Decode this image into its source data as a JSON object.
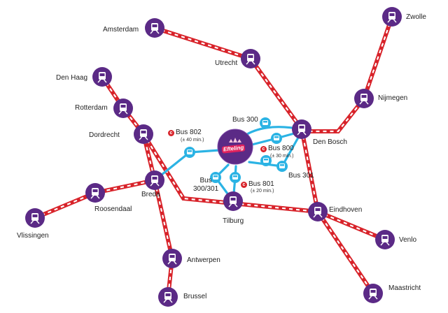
{
  "colors": {
    "rail": "#d8232a",
    "bus": "#2bb3e4",
    "station": "#5b2a86",
    "hub": "#5b2a86",
    "logo_red": "#d8232a"
  },
  "hub": {
    "name": "Efteling",
    "icon": "efteling-logo"
  },
  "stations": [
    {
      "id": "zwolle",
      "label": "Zwolle"
    },
    {
      "id": "amsterdam",
      "label": "Amsterdam"
    },
    {
      "id": "utrecht",
      "label": "Utrecht"
    },
    {
      "id": "nijmegen",
      "label": "Nijmegen"
    },
    {
      "id": "den-haag",
      "label": "Den Haag"
    },
    {
      "id": "rotterdam",
      "label": "Rotterdam"
    },
    {
      "id": "dordrecht",
      "label": "Dordrecht"
    },
    {
      "id": "den-bosch",
      "label": "Den Bosch"
    },
    {
      "id": "breda",
      "label": "Breda"
    },
    {
      "id": "roosendaal",
      "label": "Roosendaal"
    },
    {
      "id": "vlissingen",
      "label": "Vlissingen"
    },
    {
      "id": "tilburg",
      "label": "Tilburg"
    },
    {
      "id": "eindhoven",
      "label": "Eindhoven"
    },
    {
      "id": "venlo",
      "label": "Venlo"
    },
    {
      "id": "antwerpen",
      "label": "Antwerpen"
    },
    {
      "id": "maastricht",
      "label": "Maastricht"
    },
    {
      "id": "brussel",
      "label": "Brussel"
    }
  ],
  "buses": [
    {
      "id": "bus-802",
      "label": "Bus 802",
      "note": "(± 40 min.)",
      "logo": "c"
    },
    {
      "id": "bus-300",
      "label": "Bus 300"
    },
    {
      "id": "bus-800",
      "label": "Bus 800",
      "note": "(± 30 min.)",
      "logo": "c"
    },
    {
      "id": "bus-301",
      "label": "Bus 301"
    },
    {
      "id": "bus-300-301",
      "label": "Bus\n300/301"
    },
    {
      "id": "bus-801",
      "label": "Bus 801",
      "note": "(± 20 min.)",
      "logo": "c"
    }
  ]
}
